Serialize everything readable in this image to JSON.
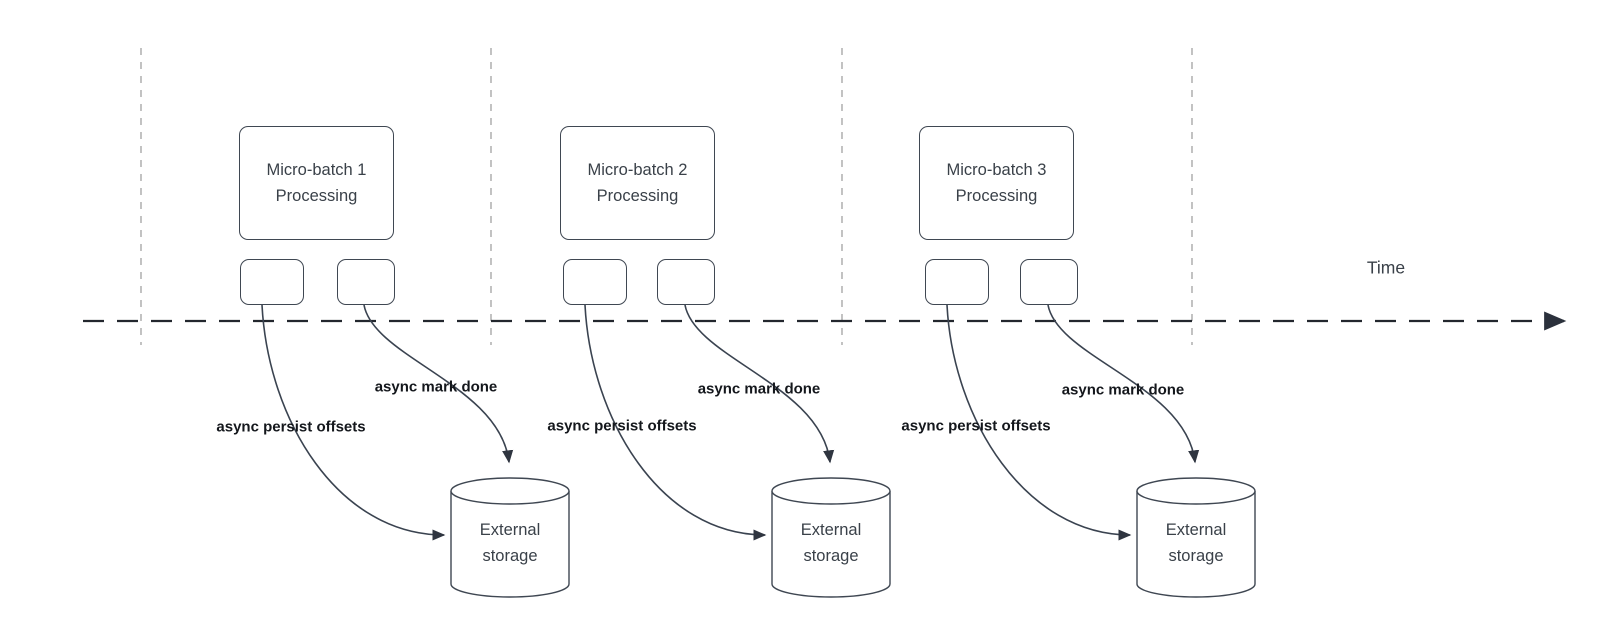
{
  "colors": {
    "shape_stroke": "#3f4752",
    "shape_text": "#3a4149",
    "annotation_text": "#14171c",
    "guide_line": "#b4b4b4",
    "time_axis": "#23272e",
    "background": "#ffffff"
  },
  "time_axis": {
    "label": "Time"
  },
  "batches": [
    {
      "processing_label": "Micro-batch 1\nProcessing",
      "persist_label": "async persist offsets",
      "mark_done_label": "async mark done",
      "storage_label": "External\nstorage"
    },
    {
      "processing_label": "Micro-batch 2\nProcessing",
      "persist_label": "async persist offsets",
      "mark_done_label": "async mark done",
      "storage_label": "External\nstorage"
    },
    {
      "processing_label": "Micro-batch 3\nProcessing",
      "persist_label": "async persist offsets",
      "mark_done_label": "async mark done",
      "storage_label": "External\nstorage"
    }
  ]
}
